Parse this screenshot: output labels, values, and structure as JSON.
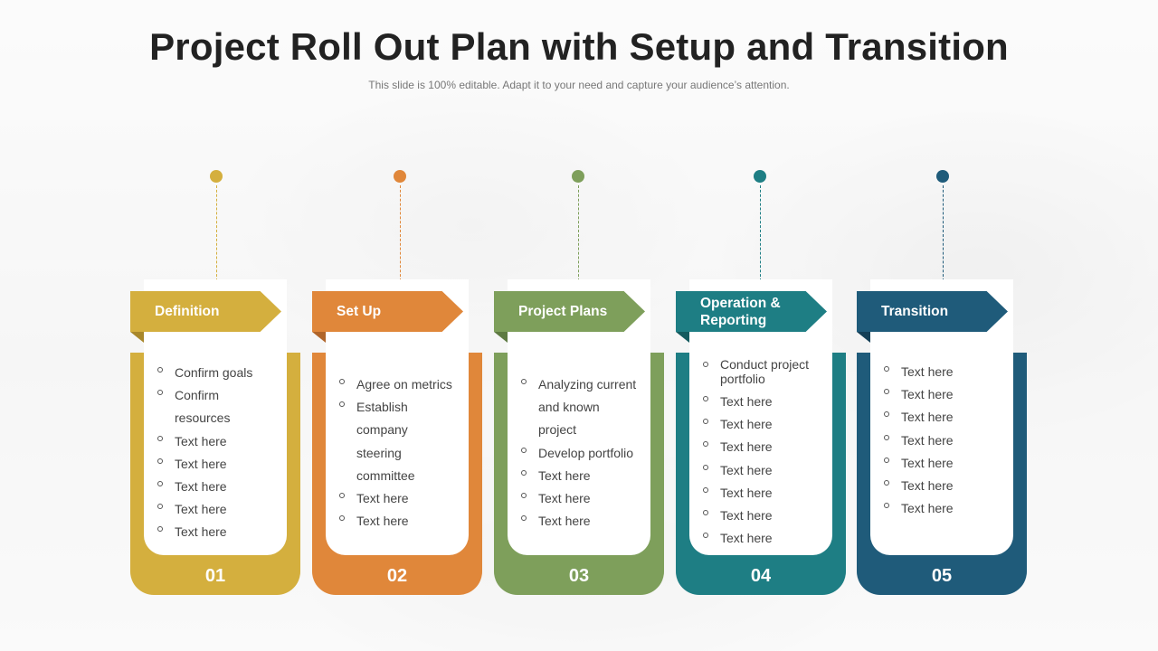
{
  "title": "Project Roll Out Plan with Setup and Transition",
  "subtitle": "This slide is 100% editable. Adapt it to your need and capture your audience’s attention.",
  "steps": [
    {
      "number": "01",
      "label": "Definition",
      "color": "#D4AF3E",
      "dark": "#A8872A",
      "items": [
        "Confirm goals",
        "Confirm",
        "resources",
        "Text here",
        "Text here",
        "Text here",
        "Text here",
        "Text here"
      ]
    },
    {
      "number": "02",
      "label": "Set Up",
      "color": "#E0873A",
      "dark": "#B0652A",
      "items": [
        "Agree on metrics",
        "Establish",
        "company",
        "steering",
        "committee",
        "Text here",
        "Text here"
      ]
    },
    {
      "number": "03",
      "label": "Project Plans",
      "color": "#7E9F5B",
      "dark": "#5E7A42",
      "items": [
        "Analyzing current",
        "and known",
        "project",
        "Develop portfolio",
        "Text here",
        "Text here",
        "Text here"
      ]
    },
    {
      "number": "04",
      "label": "Operation & Reporting",
      "color": "#1E7E84",
      "dark": "#135A5E",
      "items": [
        "Conduct project portfolio",
        "Text here",
        "Text here",
        "Text here",
        "Text here",
        "Text here",
        "Text here",
        "Text here"
      ]
    },
    {
      "number": "05",
      "label": "Transition",
      "color": "#1F5B7A",
      "dark": "#143F56",
      "items": [
        "Text here",
        "Text here",
        "Text here",
        "Text here",
        "Text here",
        "Text here",
        "Text here"
      ]
    }
  ]
}
